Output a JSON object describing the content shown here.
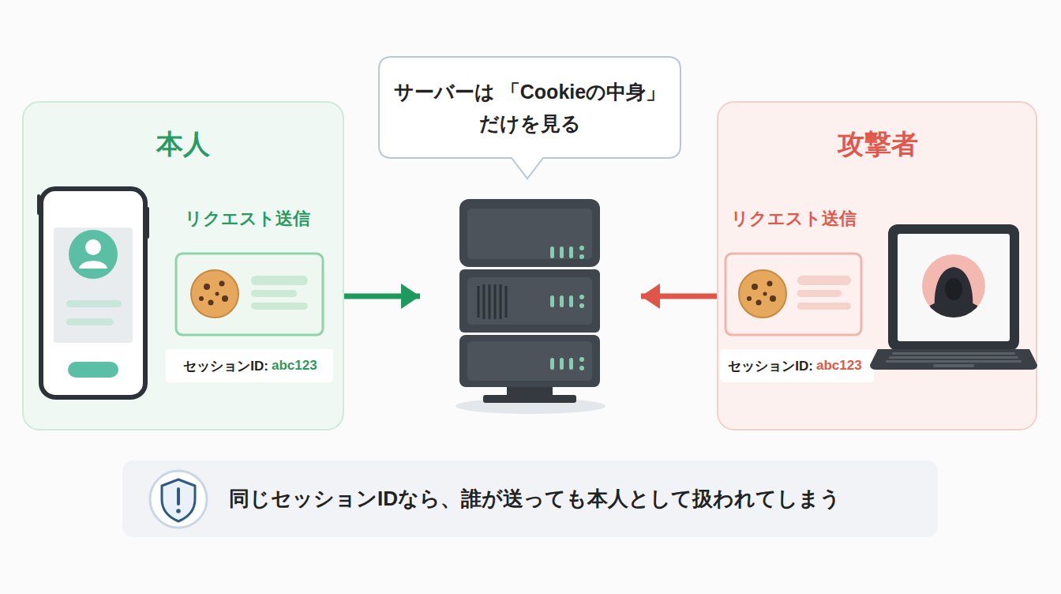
{
  "diagram": {
    "nodes": [
      {
        "text": [
          "本人",
          "リクエスト送信",
          "セッションID:",
          "abc123"
        ]
      },
      {
        "text": [
          "サーバーは 「Cookieの中身」だけを見る"
        ]
      },
      {
        "text": [
          "攻撃者",
          "リクエスト送信",
          "セッションID:",
          "abc123"
        ]
      },
      {
        "text": [
          "同じセッションIDなら、誰が送っても本人として扱われてしまう"
        ]
      }
    ],
    "edges": [
      {
        "from": 0,
        "to": 1,
        "arrow": "to"
      },
      {
        "from": 2,
        "to": 1,
        "arrow": "to"
      }
    ]
  }
}
